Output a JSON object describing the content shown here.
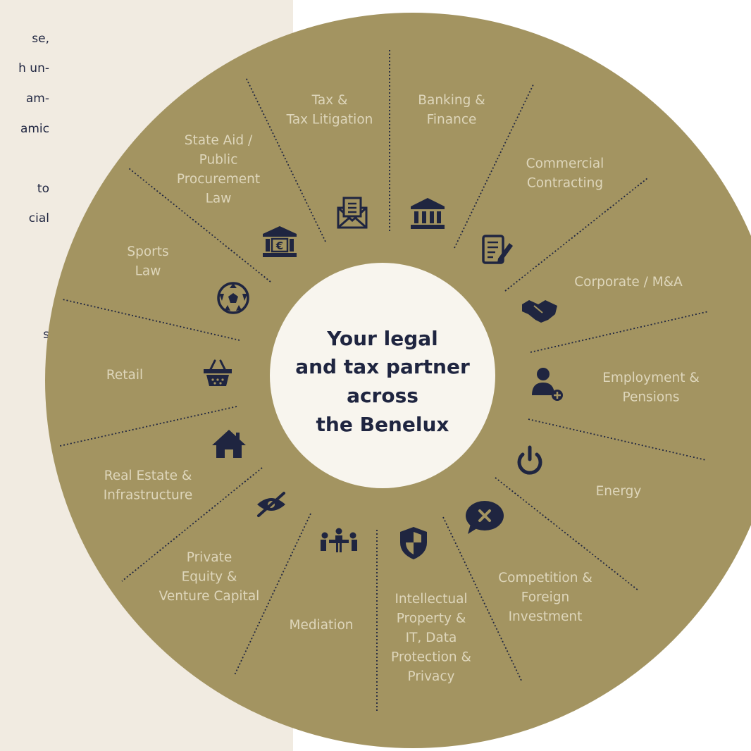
{
  "left_text": {
    "fragments": [
      "se,",
      "h un-",
      "am-",
      "amic",
      "to",
      "cial",
      "s"
    ]
  },
  "center": {
    "lines": [
      "Your legal",
      "and tax partner",
      "across",
      "the Benelux"
    ]
  },
  "colors": {
    "wheel": "#a39461",
    "center": "#f8f5ee",
    "dark": "#1f2540",
    "label": "#ded6bb",
    "panel": "#f1ebe1"
  },
  "practice_areas": [
    {
      "id": "tax",
      "lines": [
        "Tax &",
        "Tax Litigation"
      ],
      "icon": "envelope-document-icon"
    },
    {
      "id": "banking",
      "lines": [
        "Banking &",
        "Finance"
      ],
      "icon": "bank-building-icon"
    },
    {
      "id": "commercial",
      "lines": [
        "Commercial",
        "Contracting"
      ],
      "icon": "contract-pen-icon"
    },
    {
      "id": "corporate",
      "lines": [
        "Corporate / M&A"
      ],
      "icon": "handshake-icon"
    },
    {
      "id": "employment",
      "lines": [
        "Employment &",
        "Pensions"
      ],
      "icon": "user-plus-icon"
    },
    {
      "id": "energy",
      "lines": [
        "Energy"
      ],
      "icon": "power-icon"
    },
    {
      "id": "competition",
      "lines": [
        "Competition &",
        "Foreign",
        "Investment"
      ],
      "icon": "speech-bubble-x-icon"
    },
    {
      "id": "ip",
      "lines": [
        "Intellectual",
        "Property &",
        "IT, Data",
        "Protection &",
        "Privacy"
      ],
      "icon": "shield-icon"
    },
    {
      "id": "mediation",
      "lines": [
        "Mediation"
      ],
      "icon": "meeting-table-icon"
    },
    {
      "id": "private-equity",
      "lines": [
        "Private",
        "Equity &",
        "Venture Capital"
      ],
      "icon": "eye-slash-icon"
    },
    {
      "id": "real-estate",
      "lines": [
        "Real Estate &",
        "Infrastructure"
      ],
      "icon": "house-icon"
    },
    {
      "id": "retail",
      "lines": [
        "Retail"
      ],
      "icon": "shopping-basket-icon"
    },
    {
      "id": "sports",
      "lines": [
        "Sports",
        "Law"
      ],
      "icon": "soccer-ball-icon"
    },
    {
      "id": "state-aid",
      "lines": [
        "State Aid /",
        "Public",
        "Procurement",
        "Law"
      ],
      "icon": "euro-bank-icon"
    }
  ]
}
